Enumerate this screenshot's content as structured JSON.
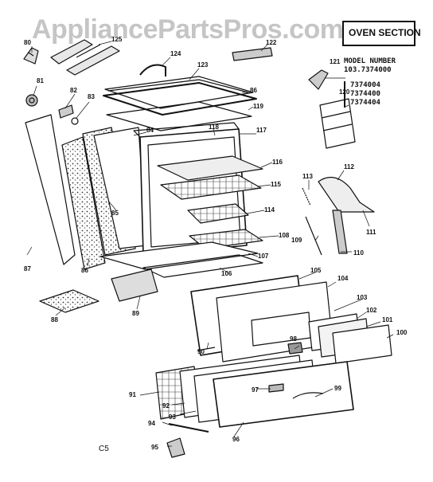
{
  "header": {
    "watermark": "AppliancePartsPros.com",
    "section_title": "OVEN SECTION"
  },
  "models": {
    "heading": "MODEL NUMBER",
    "prefix": "103.7374000",
    "numbers": [
      "7374004",
      "7374400",
      "7374404"
    ]
  },
  "diagram_code": "C5",
  "parts": {
    "p80": "80",
    "p81": "81",
    "p82": "82",
    "p83": "83",
    "p84": "84",
    "p85": "85",
    "p86": "86",
    "p87": "87",
    "p88": "88",
    "p89": "89",
    "p90": "90",
    "p91": "91",
    "p92": "92",
    "p93": "93",
    "p94": "94",
    "p95": "95",
    "p96": "96",
    "p97": "97",
    "p98": "98",
    "p99": "99",
    "p100": "100",
    "p101": "101",
    "p102": "102",
    "p103": "103",
    "p104": "104",
    "p105": "105",
    "p106": "106",
    "p107": "107",
    "p108": "108",
    "p109": "109",
    "p110": "110",
    "p111": "111",
    "p112": "112",
    "p113": "113",
    "p114": "114",
    "p115": "115",
    "p116": "116",
    "p117": "117",
    "p118": "118",
    "p119": "119",
    "p120": "120",
    "p121": "121",
    "p122": "122",
    "p123": "123",
    "p124": "124",
    "p125": "125",
    "p86b": "86"
  }
}
